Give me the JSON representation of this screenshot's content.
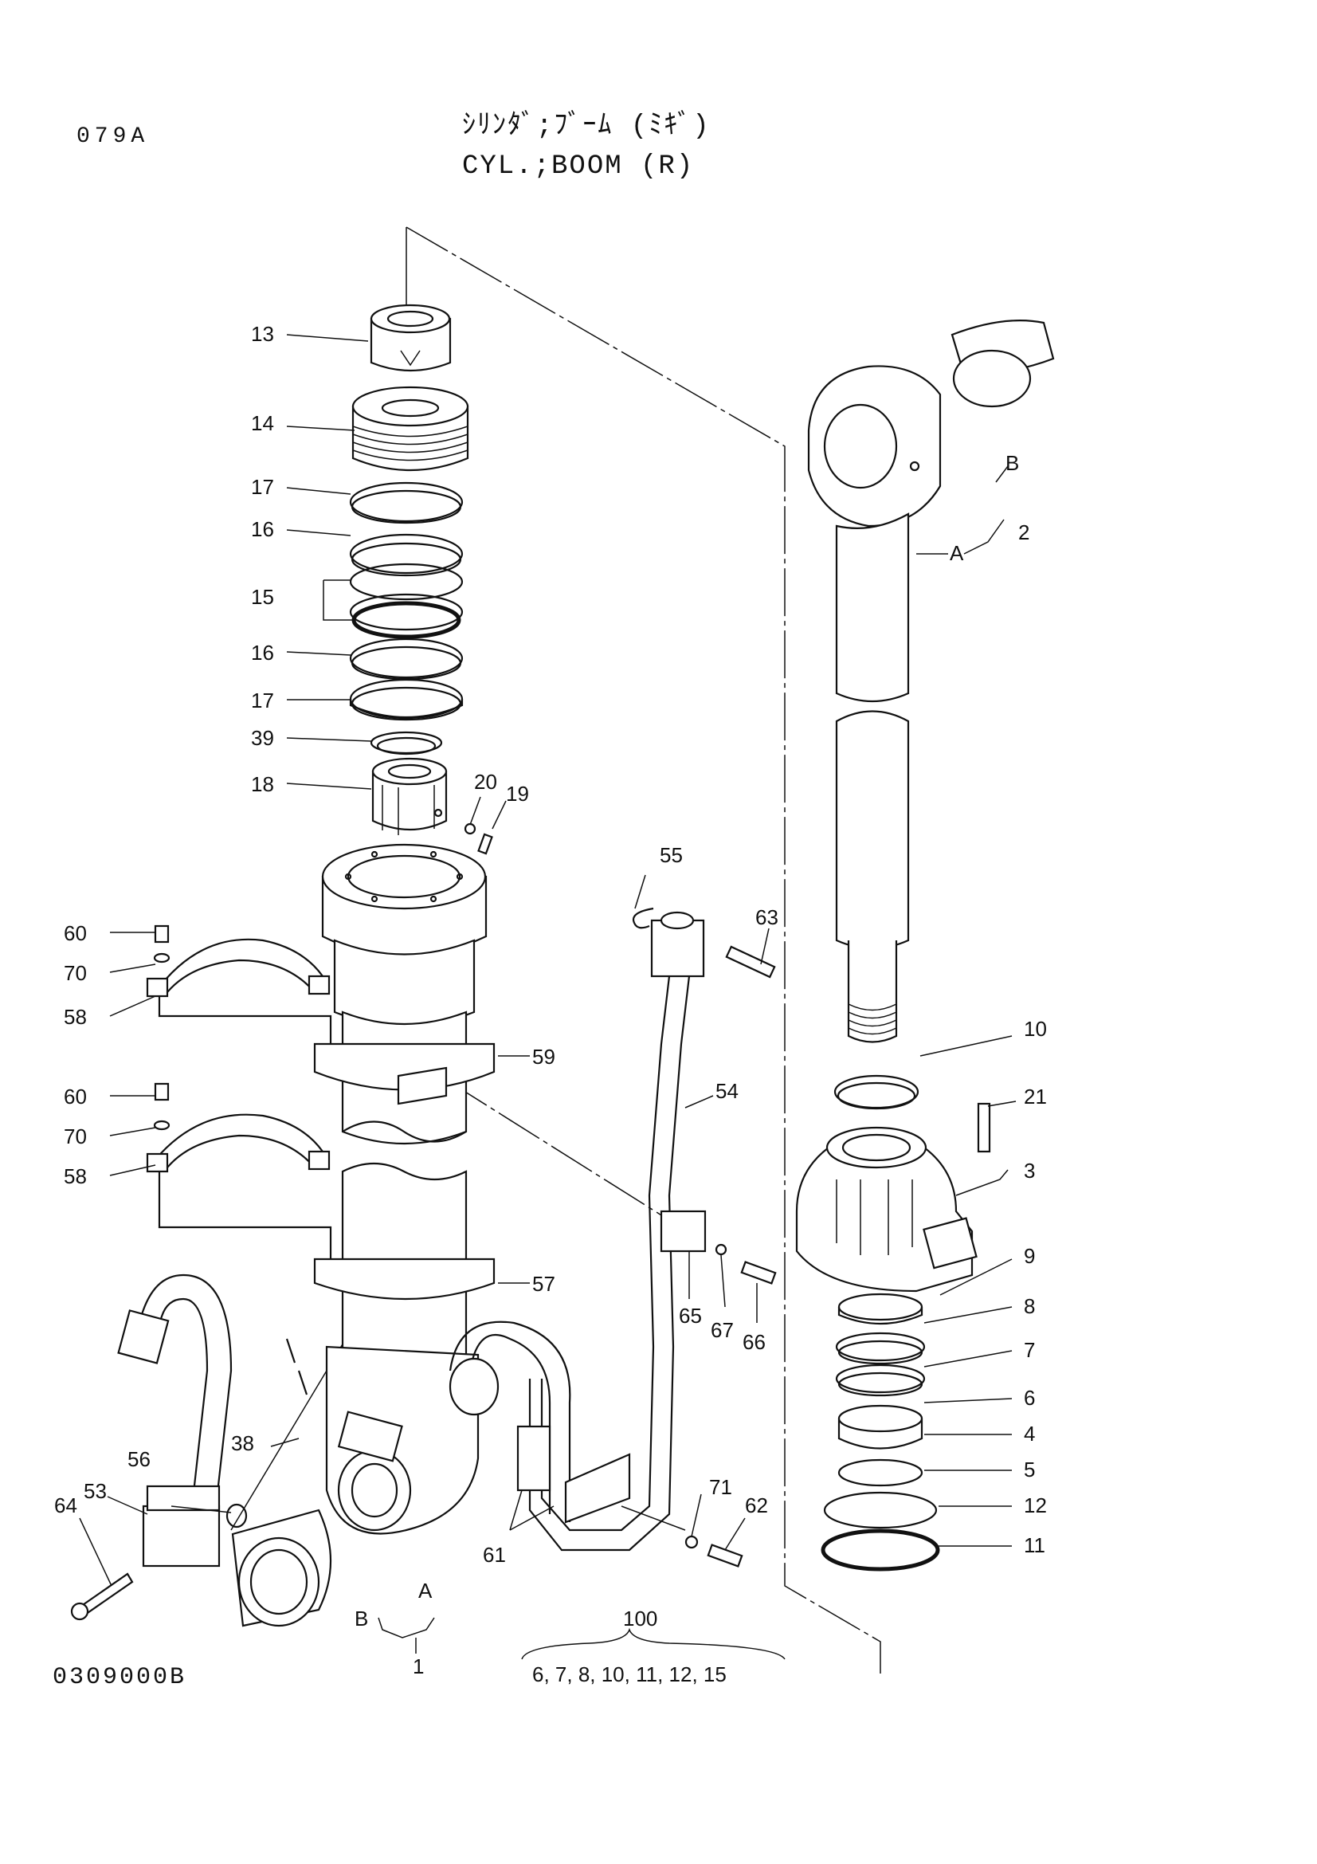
{
  "header": {
    "page_code": "079A",
    "title_jp": "ｼﾘﾝﾀﾞ;ﾌﾞｰﾑ (ﾐｷﾞ)",
    "title_en": "CYL.;BOOM (R)"
  },
  "footer": {
    "drawing_number": "0309000B"
  },
  "kit": {
    "number": "100",
    "contents": "6, 7, 8, 10, 11, 12, 15"
  },
  "callouts": [
    {
      "id": "13"
    },
    {
      "id": "14"
    },
    {
      "id": "17"
    },
    {
      "id": "16"
    },
    {
      "id": "15"
    },
    {
      "id": "39"
    },
    {
      "id": "18"
    },
    {
      "id": "20"
    },
    {
      "id": "19"
    },
    {
      "id": "60"
    },
    {
      "id": "70"
    },
    {
      "id": "58"
    },
    {
      "id": "59"
    },
    {
      "id": "57"
    },
    {
      "id": "56"
    },
    {
      "id": "53"
    },
    {
      "id": "64"
    },
    {
      "id": "38"
    },
    {
      "id": "55"
    },
    {
      "id": "63"
    },
    {
      "id": "54"
    },
    {
      "id": "65"
    },
    {
      "id": "67"
    },
    {
      "id": "66"
    },
    {
      "id": "61"
    },
    {
      "id": "71"
    },
    {
      "id": "62"
    },
    {
      "id": "2"
    },
    {
      "id": "10"
    },
    {
      "id": "21"
    },
    {
      "id": "3"
    },
    {
      "id": "9"
    },
    {
      "id": "8"
    },
    {
      "id": "7"
    },
    {
      "id": "6"
    },
    {
      "id": "4"
    },
    {
      "id": "5"
    },
    {
      "id": "12"
    },
    {
      "id": "11"
    },
    {
      "id": "1"
    },
    {
      "id": "A"
    },
    {
      "id": "B"
    }
  ]
}
